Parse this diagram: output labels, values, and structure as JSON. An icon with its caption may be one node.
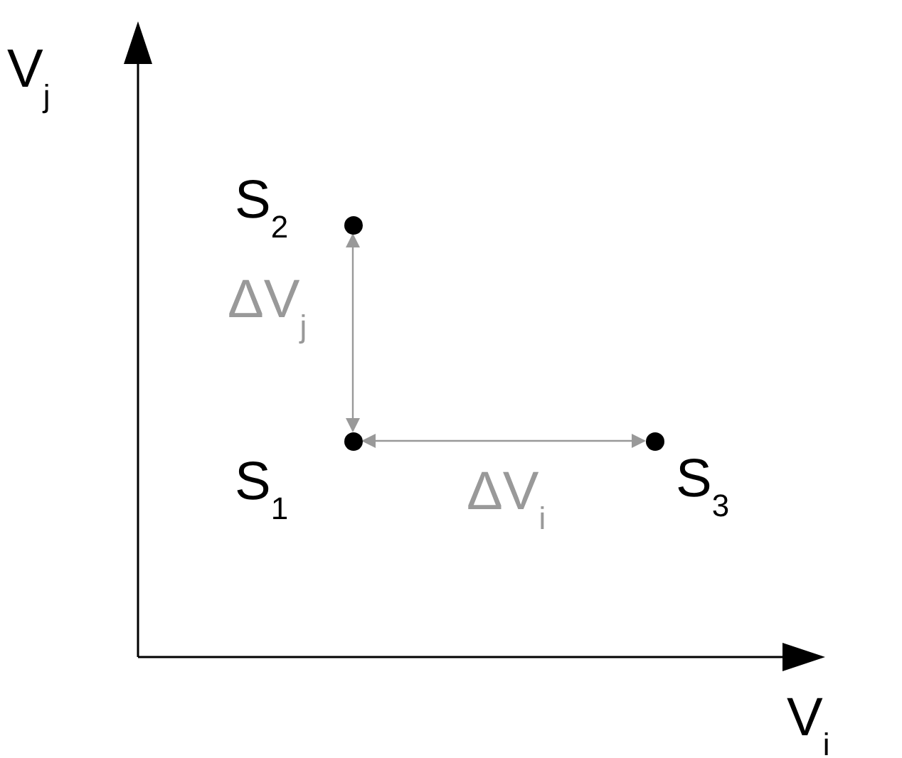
{
  "diagram": {
    "nodes": [
      {
        "text": [],
        "shape": "circle",
        "beside": [
          "S$_{2}$"
        ]
      },
      {
        "text": [],
        "shape": "circle",
        "beside": [
          "S$_{1}$"
        ]
      },
      {
        "text": [],
        "shape": "circle",
        "beside": [
          "S$_{3}$"
        ]
      }
    ],
    "edges": [
      {
        "from": 0,
        "to": 1,
        "arrow": "both",
        "label": "ΔV$_{j}$"
      },
      {
        "from": 1,
        "to": 2,
        "arrow": "both",
        "label": "ΔV$_{i}$"
      }
    ],
    "labels": [
      "V$_{j}$",
      "V$_{i}$"
    ]
  }
}
